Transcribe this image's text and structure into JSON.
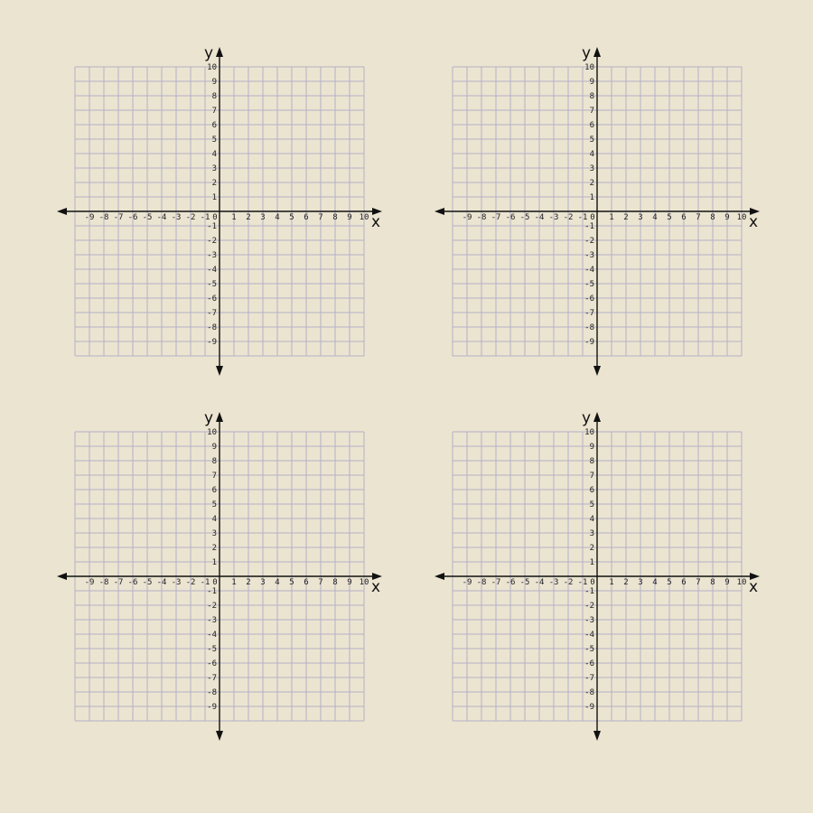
{
  "page": {
    "background": "#ebe4d0"
  },
  "colors": {
    "grid": "#b4b0c8",
    "axis": "#111111",
    "text": "#222222"
  },
  "chart_data": [
    {
      "type": "coordinate-grid",
      "xlabel": "x",
      "ylabel": "y",
      "xlim": [
        -10,
        10
      ],
      "ylim": [
        -10,
        10
      ],
      "grid": true,
      "step": 1,
      "x_tick_labels": [
        "-9",
        "-8",
        "-7",
        "-6",
        "-5",
        "-4",
        "-3",
        "-2",
        "-1",
        "0",
        "1",
        "2",
        "3",
        "4",
        "5",
        "6",
        "7",
        "8",
        "9",
        "10"
      ],
      "y_tick_labels": [
        "10",
        "9",
        "8",
        "7",
        "6",
        "5",
        "4",
        "3",
        "2",
        "1",
        "-1",
        "-2",
        "-3",
        "-4",
        "-5",
        "-6",
        "-7",
        "-8",
        "-9"
      ]
    },
    {
      "type": "coordinate-grid",
      "xlabel": "x",
      "ylabel": "y",
      "xlim": [
        -10,
        10
      ],
      "ylim": [
        -10,
        10
      ],
      "grid": true,
      "step": 1,
      "x_tick_labels": [
        "-9",
        "-8",
        "-7",
        "-6",
        "-5",
        "-4",
        "-3",
        "-2",
        "-1",
        "0",
        "1",
        "2",
        "3",
        "4",
        "5",
        "6",
        "7",
        "8",
        "9",
        "10"
      ],
      "y_tick_labels": [
        "10",
        "9",
        "8",
        "7",
        "6",
        "5",
        "4",
        "3",
        "2",
        "1",
        "-1",
        "-2",
        "-3",
        "-4",
        "-5",
        "-6",
        "-7",
        "-8",
        "-9"
      ]
    },
    {
      "type": "coordinate-grid",
      "xlabel": "x",
      "ylabel": "y",
      "xlim": [
        -10,
        10
      ],
      "ylim": [
        -10,
        10
      ],
      "grid": true,
      "step": 1,
      "x_tick_labels": [
        "-9",
        "-8",
        "-7",
        "-6",
        "-5",
        "-4",
        "-3",
        "-2",
        "-1",
        "0",
        "1",
        "2",
        "3",
        "4",
        "5",
        "6",
        "7",
        "8",
        "9",
        "10"
      ],
      "y_tick_labels": [
        "10",
        "9",
        "8",
        "7",
        "6",
        "5",
        "4",
        "3",
        "2",
        "1",
        "-1",
        "-2",
        "-3",
        "-4",
        "-5",
        "-6",
        "-7",
        "-8",
        "-9"
      ]
    },
    {
      "type": "coordinate-grid",
      "xlabel": "x",
      "ylabel": "y",
      "xlim": [
        -10,
        10
      ],
      "ylim": [
        -10,
        10
      ],
      "grid": true,
      "step": 1,
      "x_tick_labels": [
        "-9",
        "-8",
        "-7",
        "-6",
        "-5",
        "-4",
        "-3",
        "-2",
        "-1",
        "0",
        "1",
        "2",
        "3",
        "4",
        "5",
        "6",
        "7",
        "8",
        "9",
        "10"
      ],
      "y_tick_labels": [
        "10",
        "9",
        "8",
        "7",
        "6",
        "5",
        "4",
        "3",
        "2",
        "1",
        "-1",
        "-2",
        "-3",
        "-4",
        "-5",
        "-6",
        "-7",
        "-8",
        "-9"
      ]
    }
  ]
}
